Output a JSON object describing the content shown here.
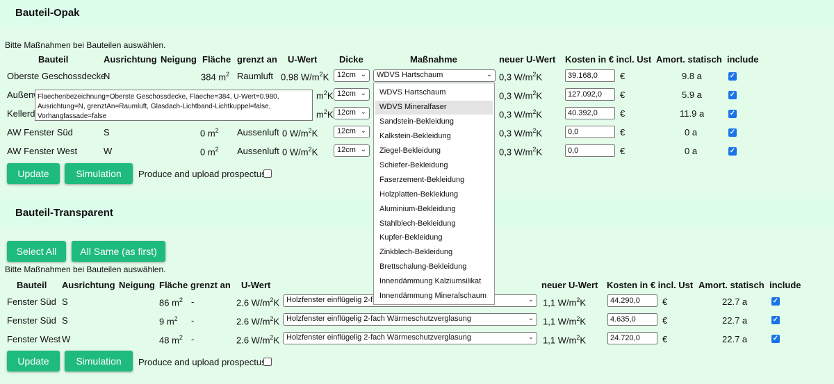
{
  "opak": {
    "title": "Bauteil-Opak",
    "hint": "Bitte Maßnahmen bei Bauteilen auswählen.",
    "headers": {
      "bauteil": "Bauteil",
      "ausrichtung": "Ausrichtung",
      "neigung": "Neigung",
      "flaeche": "Fläche",
      "grenzt": "grenzt an",
      "uwert": "U-Wert",
      "dicke": "Dicke",
      "massnahme": "Maßnahme",
      "neu": "neuer U-Wert",
      "kosten": "Kosten in € incl. Ust",
      "amort": "Amort. statisch",
      "include": "include"
    },
    "rows": [
      {
        "name": "Oberste Geschossdecke",
        "dir": "N",
        "area": "384 m",
        "grenzt": "Raumluft",
        "u": "0.98 W/m",
        "dicke": "12cm",
        "mass": "WDVS Hartschaum",
        "neu": "0,3 W/m",
        "kosten": "39.168,0",
        "euro": "€",
        "amort": "9.8 a"
      },
      {
        "name": "Außenwand",
        "dir": "",
        "area": "",
        "grenzt": "",
        "u": "m",
        "dicke": "12cm",
        "mass": "",
        "neu": "0,3 W/m",
        "kosten": "127.092,0",
        "euro": "€",
        "amort": "5.9 a"
      },
      {
        "name": "Kellerdecke",
        "dir": "",
        "area": "",
        "grenzt": "",
        "u": "m",
        "dicke": "12cm",
        "mass": "",
        "neu": "0,3 W/m",
        "kosten": "40.392,0",
        "euro": "€",
        "amort": "11.9 a"
      },
      {
        "name": "AW Fenster Süd",
        "dir": "S",
        "area": "0 m",
        "grenzt": "Aussenluft",
        "u": "0 W/m",
        "dicke": "12cm",
        "mass": "",
        "neu": "0,3 W/m",
        "kosten": "0,0",
        "euro": "€",
        "amort": "0 a"
      },
      {
        "name": "AW Fenster West",
        "dir": "W",
        "area": "0 m",
        "grenzt": "Aussenluft",
        "u": "0 W/m",
        "dicke": "12cm",
        "mass": "",
        "neu": "0,3 W/m",
        "kosten": "0,0",
        "euro": "€",
        "amort": "0 a"
      }
    ],
    "unit_sup": "2",
    "unit_k": "K",
    "update": "Update",
    "simulation": "Simulation",
    "prospectus": "Produce and upload prospectus?",
    "tooltip": "Flaechenbezeichnung=Oberste Geschossdecke, Flaeche=384, U-Wert=0.980, Ausrichtung=N, grenztAn=Raumluft, Glasdach-Lichtband-Lichtkuppel=false, Vorhangfassade=false",
    "dropdown": [
      "WDVS Hartschaum",
      "WDVS Mineralfaser",
      "Sandstein-Bekleidung",
      "Kalkstein-Bekleidung",
      "Ziegel-Bekleidung",
      "Schiefer-Bekleidung",
      "Faserzement-Bekleidung",
      "Holzplatten-Bekleidung",
      "Aluminium-Bekleidung",
      "Stahlblech-Bekleidung",
      "Kupfer-Bekleidung",
      "Zinkblech-Bekleidung",
      "Brettschalung-Bekleidung",
      "Innendämmung Kalziumsilikat",
      "Innendämmung Mineralschaum"
    ]
  },
  "transparent": {
    "title": "Bauteil-Transparent",
    "select_all": "Select All",
    "all_same": "All Same (as first)",
    "hint": "Bitte Maßnahmen bei Bauteilen auswählen.",
    "headers": {
      "bauteil": "Bauteil",
      "ausrichtung": "Ausrichtung",
      "neigung": "Neigung",
      "flaeche": "Fläche",
      "grenzt": "grenzt an",
      "uwert": "U-Wert",
      "neu": "neuer U-Wert",
      "kosten": "Kosten in € incl. Ust",
      "amort": "Amort. statisch",
      "include": "include"
    },
    "rows": [
      {
        "name": "Fenster Süd",
        "dir": "S",
        "area": "86 m",
        "grenzt": "-",
        "u": "2.6 W/m",
        "mass": "Holzfenster einflügelig 2-fa",
        "neu": "1,1 W/m",
        "kosten": "44.290,0",
        "euro": "€",
        "amort": "22.7 a"
      },
      {
        "name": "Fenster Süd",
        "dir": "S",
        "area": "9 m",
        "grenzt": "-",
        "u": "2.6 W/m",
        "mass": "Holzfenster einflügelig 2-fach Wärmeschutzverglasung",
        "neu": "1,1 W/m",
        "kosten": "4.635,0",
        "euro": "€",
        "amort": "22.7 a"
      },
      {
        "name": "Fenster West",
        "dir": "W",
        "area": "48 m",
        "grenzt": "-",
        "u": "2.6 W/m",
        "mass": "Holzfenster einflügelig 2-fach Wärmeschutzverglasung",
        "neu": "1,1 W/m",
        "kosten": "24.720,0",
        "euro": "€",
        "amort": "22.7 a"
      }
    ],
    "update": "Update",
    "simulation": "Simulation",
    "prospectus": "Produce and upload prospectus?"
  }
}
